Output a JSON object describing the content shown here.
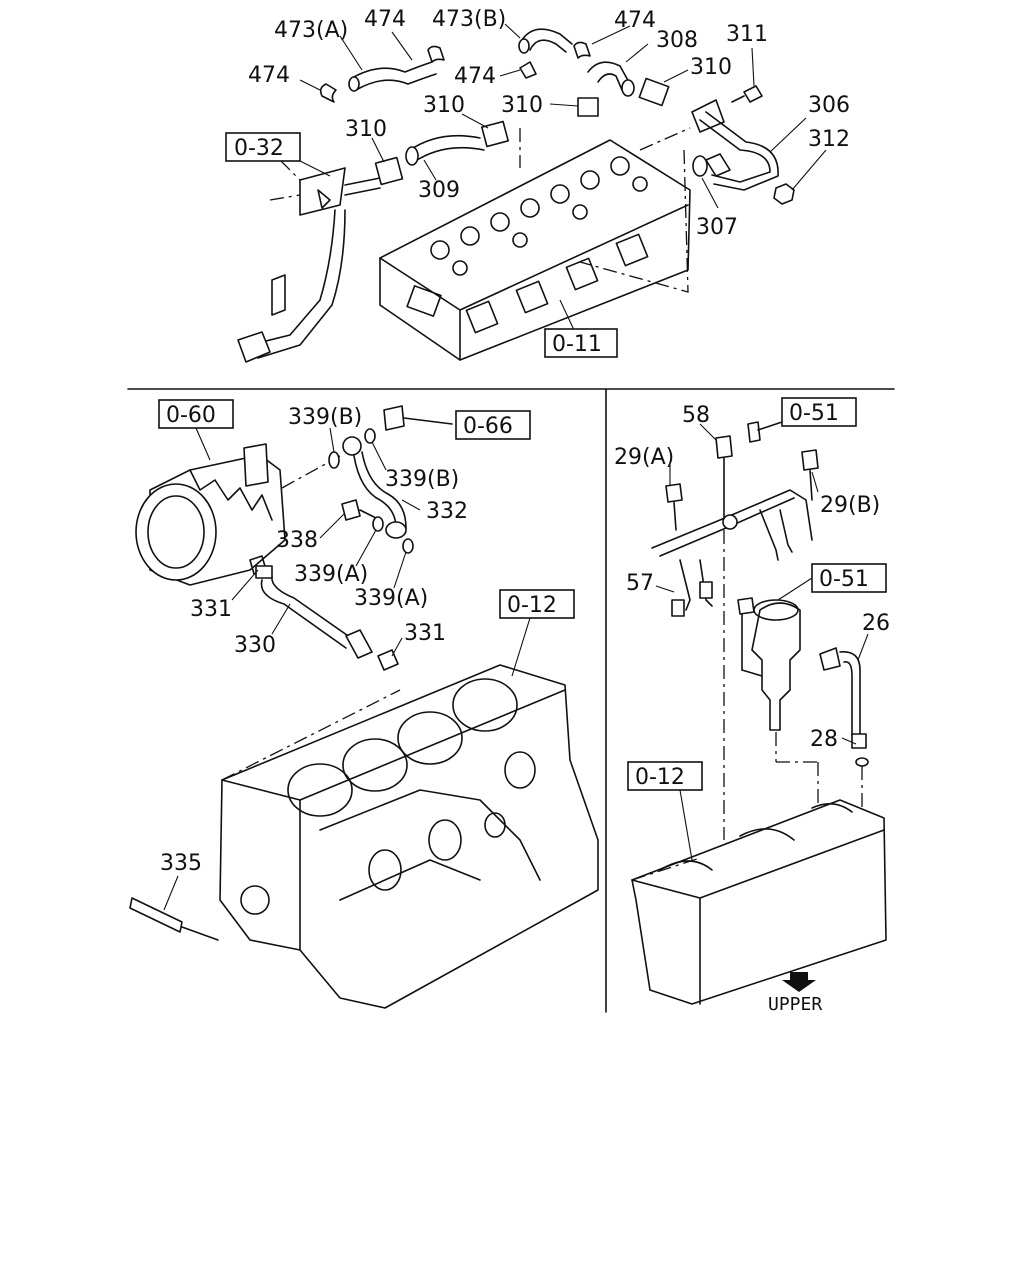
{
  "top_section": {
    "labels": {
      "p473a": "473(A)",
      "p474_top": "474",
      "p473b": "473(B)",
      "p474_right": "474",
      "p474_left": "474",
      "p474_mid": "474",
      "p308": "308",
      "p311": "311",
      "p310_a": "310",
      "p310_b": "310",
      "p310_c": "310",
      "p310_d": "310",
      "p306": "306",
      "p312": "312",
      "p309": "309",
      "p307": "307"
    },
    "refs": {
      "r032": "0-32",
      "r011": "0-11"
    }
  },
  "left_section": {
    "labels": {
      "p339b_top": "339(B)",
      "p339b_mid": "339(B)",
      "p332": "332",
      "p338": "338",
      "p339a_mid": "339(A)",
      "p339a_low": "339(A)",
      "p331_left": "331",
      "p330": "330",
      "p331_right": "331",
      "p335": "335"
    },
    "refs": {
      "r060": "0-60",
      "r066": "0-66",
      "r012": "0-12"
    }
  },
  "right_section": {
    "labels": {
      "p58": "58",
      "p29a": "29(A)",
      "p29b": "29(B)",
      "p57": "57",
      "p26": "26",
      "p28": "28",
      "upper": "UPPER"
    },
    "refs": {
      "r051_top": "0-51",
      "r051_mid": "0-51",
      "r012": "0-12"
    }
  }
}
